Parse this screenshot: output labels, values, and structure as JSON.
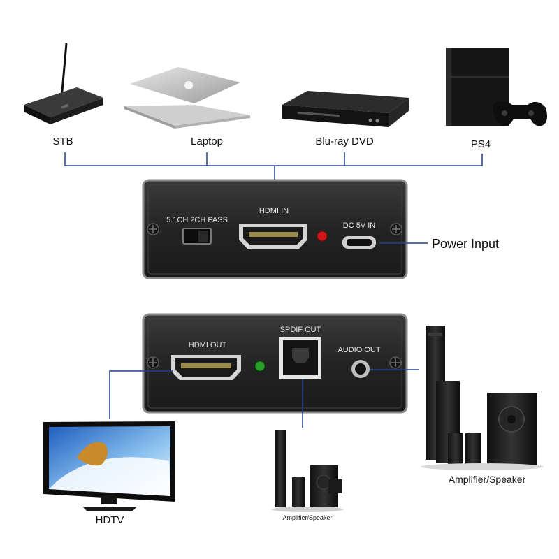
{
  "sources": [
    {
      "label": "STB",
      "icon": "set-top-box-icon"
    },
    {
      "label": "Laptop",
      "icon": "laptop-icon"
    },
    {
      "label": "Blu-ray DVD",
      "icon": "bluray-player-icon"
    },
    {
      "label": "PS4",
      "icon": "game-console-icon"
    }
  ],
  "front_panel": {
    "switch_label": "5.1CH  2CH PASS",
    "hdmi_in_label": "HDMI IN",
    "power_port_label": "DC 5V IN",
    "power_callout": "Power Input"
  },
  "back_panel": {
    "hdmi_out_label": "HDMI OUT",
    "spdif_label": "SPDIF OUT",
    "audio_out_label": "AUDIO OUT"
  },
  "outputs": {
    "tv_label": "HDTV",
    "small_speaker_label": "Amplifier/Speaker",
    "large_speaker_label": "Amplifier/Speaker"
  },
  "colors": {
    "connector_line": "#1f3f8f",
    "panel_dark": "#2a2a2a",
    "led_red": "#d01818",
    "led_green": "#2aa02a"
  }
}
